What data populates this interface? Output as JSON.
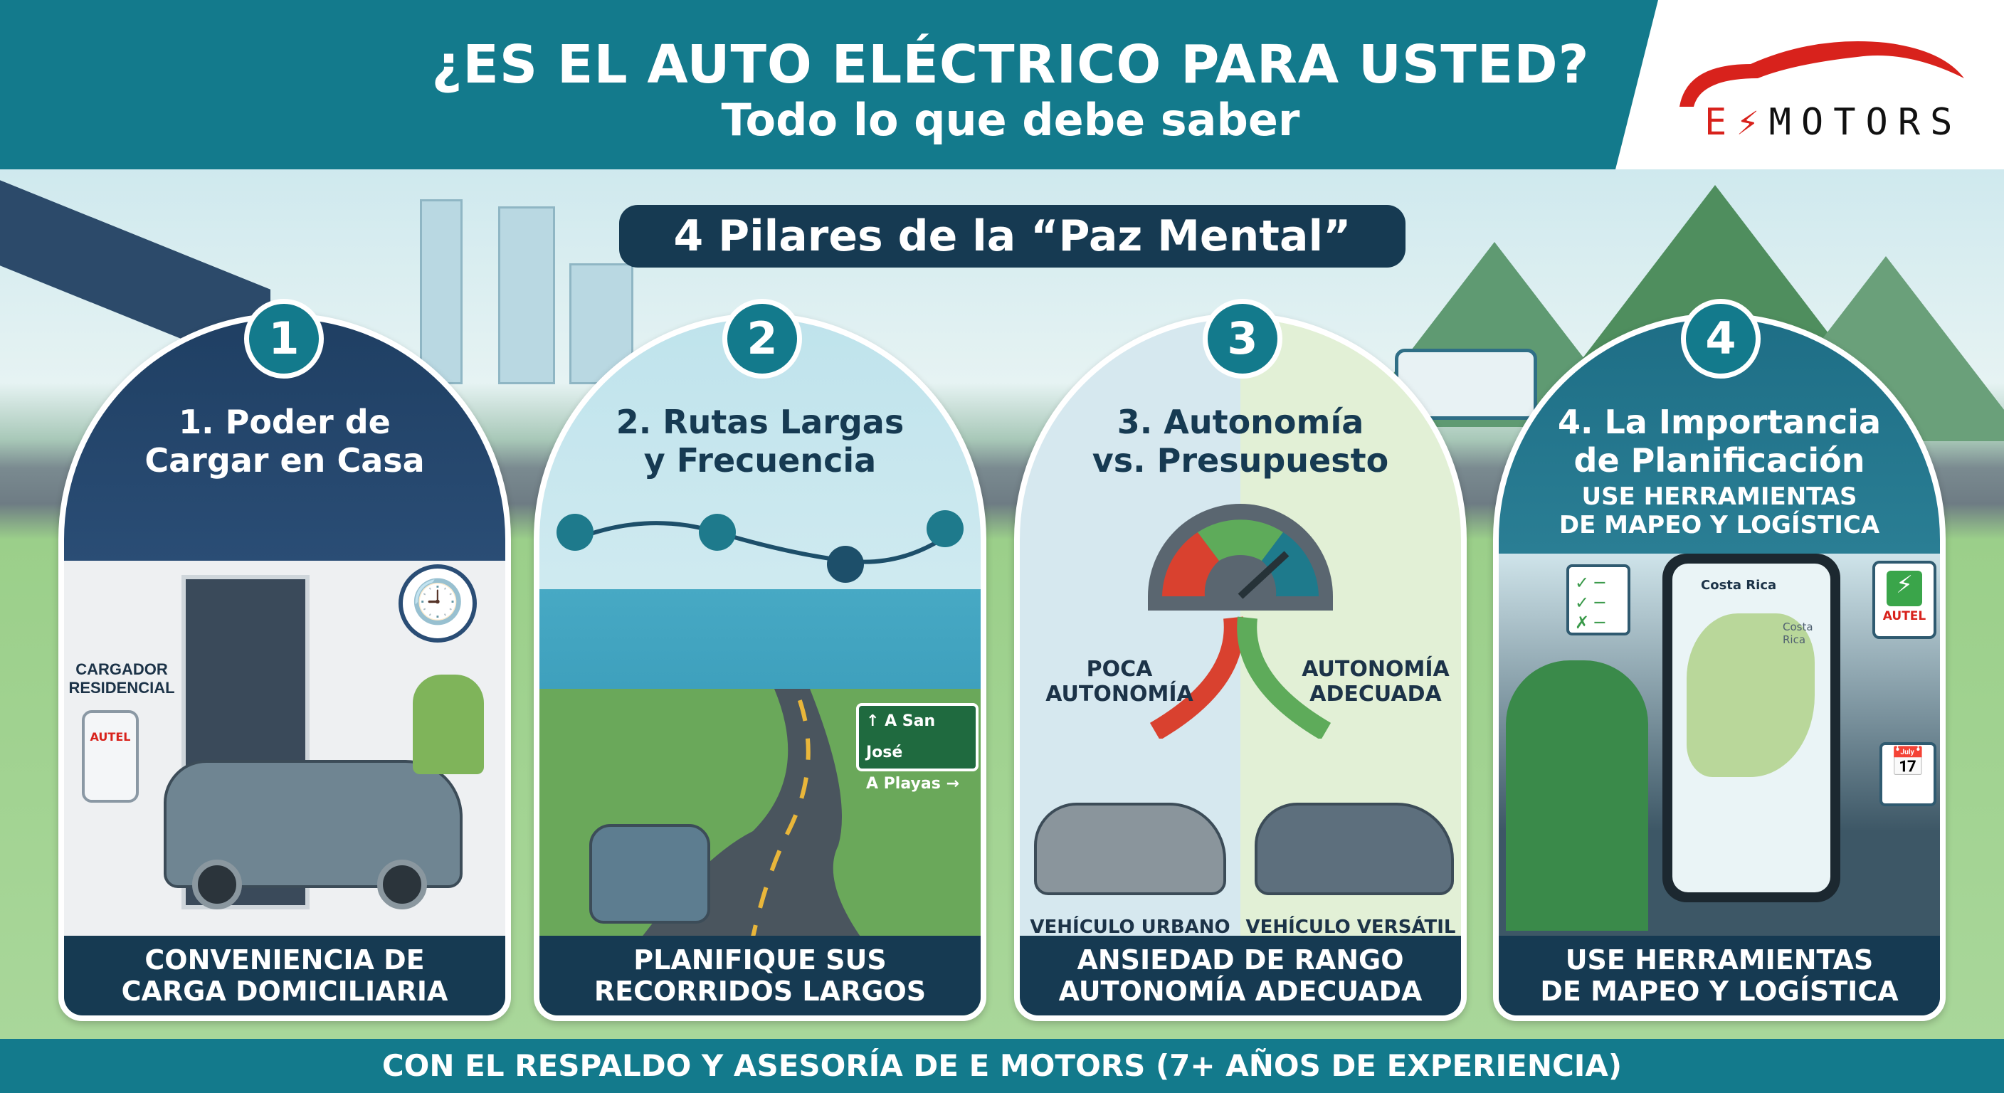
{
  "header": {
    "title": "¿ES EL AUTO ELÉCTRICO PARA USTED?",
    "subtitle": "Todo lo que debe saber",
    "logo": "E⚡MOTORS"
  },
  "banner": "4 Pilares de la “Paz Mental”",
  "colors": {
    "teal": "#137a8c",
    "navy": "#163a52",
    "logo_red": "#d8221c"
  },
  "pillars": [
    {
      "number": "1",
      "title_line1": "1. Poder de",
      "title_line2": "Cargar en Casa",
      "charger_label": "CARGADOR RESIDENCIAL",
      "charger_brand": "AUTEL",
      "caption_line1": "CONVENIENCIA DE",
      "caption_line2": "CARGA DOMICILIARIA"
    },
    {
      "number": "2",
      "title_line1": "2. Rutas Largas",
      "title_line2": "y Frecuencia",
      "sign1": "↑ A San José",
      "sign2": "A Playas →",
      "caption_line1": "PLANIFIQUE SUS",
      "caption_line2": "RECORRIDOS LARGOS"
    },
    {
      "number": "3",
      "title_line1": "3. Autonomía",
      "title_line2": "vs. Presupuesto",
      "left_label": "POCA AUTONOMÍA",
      "right_label": "AUTONOMÍA ADECUADA",
      "left_vehicle": "VEHÍCULO URBANO",
      "right_vehicle": "VEHÍCULO VERSÁTIL",
      "caption_line1": "ANSIEDAD DE RANGO",
      "caption_line2": "AUTONOMÍA ADECUADA"
    },
    {
      "number": "4",
      "title_line1": "4. La Importancia",
      "title_line2": "de Planificación",
      "subtitle_line1": "USE HERRAMIENTAS",
      "subtitle_line2": "DE MAPEO Y LOGÍSTICA",
      "phone_header": "Costa Rica",
      "map_label": "Costa Rica",
      "brand": "AUTEL",
      "caption_line1": "USE HERRAMIENTAS",
      "caption_line2": "DE MAPEO Y LOGÍSTICA"
    }
  ],
  "footer": "CON EL RESPALDO Y ASESORÍA DE E MOTORS (7+ AÑOS DE EXPERIENCIA)"
}
